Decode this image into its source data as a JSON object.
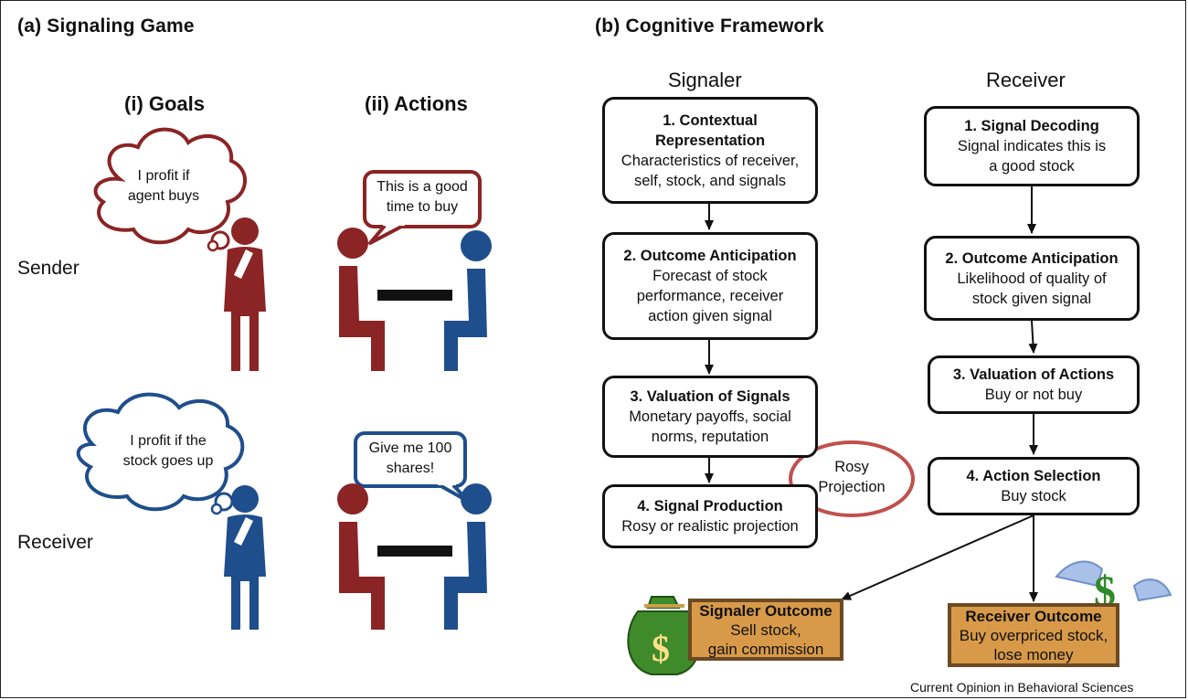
{
  "panel_a": {
    "title": "(a) Signaling Game",
    "col_goals": "(i) Goals",
    "col_actions": "(ii) Actions",
    "row_sender": "Sender",
    "row_receiver": "Receiver",
    "sender_thought": [
      "I profit if",
      "agent buys"
    ],
    "sender_speech": [
      "This is a good",
      "time to buy"
    ],
    "receiver_thought": [
      "I profit if the",
      "stock goes up"
    ],
    "receiver_speech": [
      "Give me 100",
      "shares!"
    ]
  },
  "panel_b": {
    "title": "(b) Cognitive Framework",
    "signaler_head": "Signaler",
    "receiver_head": "Receiver",
    "signaler_steps": [
      {
        "title": "1. Contextual Representation",
        "text": "Characteristics of receiver, self, stock, and signals"
      },
      {
        "title": "2. Outcome Anticipation",
        "text": "Forecast of stock performance, receiver action given signal"
      },
      {
        "title": "3. Valuation of Signals",
        "text": "Monetary payoffs, social norms, reputation"
      },
      {
        "title": "4. Signal Production",
        "text": "Rosy or realistic projection"
      }
    ],
    "receiver_steps": [
      {
        "title": "1. Signal Decoding",
        "text": "Signal indicates this is a good stock"
      },
      {
        "title": "2. Outcome Anticipation",
        "text": "Likelihood of quality of stock given signal"
      },
      {
        "title": "3. Valuation of Actions",
        "text": "Buy or not buy"
      },
      {
        "title": "4. Action Selection",
        "text": "Buy stock"
      }
    ],
    "rosy_bubble": [
      "Rosy",
      "Projection"
    ],
    "signaler_outcome": {
      "title": "Signaler Outcome",
      "text": [
        "Sell stock,",
        "gain commission"
      ]
    },
    "receiver_outcome": {
      "title": "Receiver Outcome",
      "text": [
        "Buy overpriced stock,",
        "lose money"
      ]
    },
    "credit": "Current Opinion in Behavioral Sciences"
  },
  "colors": {
    "sender_red": "#8b2424",
    "receiver_blue": "#1f4e8c",
    "rosy_border": "#c0504d",
    "outcome_fill": "#d89a48",
    "money_green": "#3f8a2a"
  }
}
